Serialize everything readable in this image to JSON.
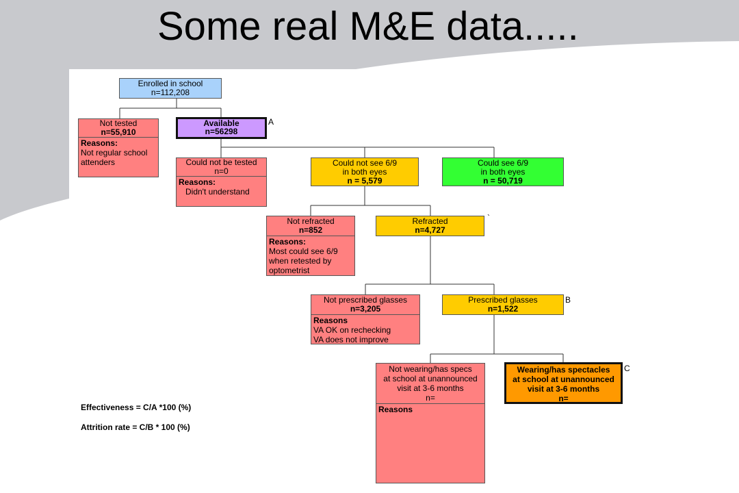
{
  "slide": {
    "title": "Some real M&E data....."
  },
  "nodes": {
    "enrolled": {
      "label": "Enrolled in school",
      "n": "n=112,208"
    },
    "not_tested": {
      "label": "Not tested",
      "n": "n=55,910",
      "reasons_label": "Reasons:",
      "reasons": [
        "Not regular school",
        "attenders"
      ]
    },
    "available": {
      "label": "Available",
      "n": "n=56298",
      "tag": "A"
    },
    "not_be_tested": {
      "label": "Could not be tested",
      "n": "n=0",
      "reasons_label": "Reasons:",
      "reasons": [
        "Didn't understand"
      ]
    },
    "could_not_see": {
      "label": "Could not see 6/9",
      "label2": "in both eyes",
      "n": "n = 5,579"
    },
    "could_see": {
      "label": "Could see 6/9",
      "label2": "in both eyes",
      "n": "n = 50,719"
    },
    "not_refracted": {
      "label": "Not refracted",
      "n": "n=852",
      "reasons_label": "Reasons:",
      "reasons": [
        "Most could see 6/9",
        "when retested by",
        "optometrist"
      ]
    },
    "refracted": {
      "label": "Refracted",
      "n": "n=4,727",
      "tag": "`"
    },
    "not_prescribed": {
      "label": "Not prescribed glasses",
      "n": "n=3,205",
      "reasons_label": "Reasons",
      "reasons": [
        "VA OK on rechecking",
        "VA does not improve"
      ]
    },
    "prescribed": {
      "label": "Prescribed glasses",
      "n": "n=1,522",
      "tag": "B"
    },
    "not_wearing": {
      "lines": [
        "Not wearing/has specs",
        "at school at unannounced",
        "visit at 3-6 months",
        "n="
      ],
      "reasons_label": "Reasons"
    },
    "wearing": {
      "lines": [
        "Wearing/has spectacles",
        "at school at unannounced",
        "visit at 3-6 months",
        "n="
      ],
      "tag": "C"
    }
  },
  "formulas": {
    "effectiveness": "Effectiveness = C/A *100 (%)",
    "attrition": "Attrition rate = C/B * 100 (%)"
  },
  "colors": {
    "blue": "#a9d2fb",
    "red": "#ff8080",
    "purple": "#cc99ff",
    "yellow": "#ffcc00",
    "green": "#33ff33",
    "orange": "#ff9900",
    "grey_background": "#c8c9cd"
  }
}
